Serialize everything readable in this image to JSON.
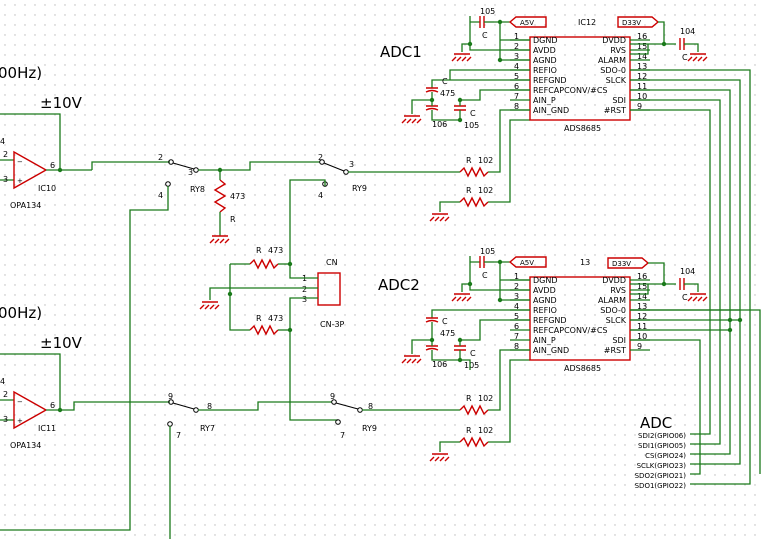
{
  "left_labels": {
    "top": {
      "hz": "00Hz)",
      "volt": "±10V",
      "pin_top": "4",
      "pin2": "2",
      "pin3": "3",
      "pin6": "6",
      "ic": "IC10",
      "part": "OPA134"
    },
    "bottom": {
      "hz": "00Hz)",
      "volt": "±10V",
      "pin_top": "4",
      "pin2": "2",
      "pin3": "3",
      "pin6": "6",
      "ic": "IC11",
      "part": "OPA134"
    }
  },
  "relays": {
    "ry8": {
      "name": "RY8",
      "p2": "2",
      "p3": "3",
      "p4": "4"
    },
    "ry9a": {
      "name": "RY9",
      "p2": "2",
      "p3": "3",
      "p4": "4"
    },
    "ry7": {
      "name": "RY7",
      "p9": "9",
      "p8": "8",
      "p7": "7"
    },
    "ry9b": {
      "name": "RY9",
      "p9": "9",
      "p8": "8",
      "p7": "7"
    }
  },
  "resistors": {
    "r_ry8": {
      "value": "473",
      "name": "R"
    },
    "r_top": {
      "name": "R",
      "value": "473"
    },
    "r_bot": {
      "name": "R",
      "value": "473"
    },
    "r102_1": {
      "name": "R",
      "value": "102"
    },
    "r102_2": {
      "name": "R",
      "value": "102"
    },
    "r102_3": {
      "name": "R",
      "value": "102"
    },
    "r102_4": {
      "name": "R",
      "value": "102"
    }
  },
  "connector": {
    "title": "CN",
    "part": "CN-3P",
    "p1": "1",
    "p2": "2",
    "p3": "3"
  },
  "adc1": {
    "title": "ADC1",
    "ic": "IC12",
    "part": "ADS8685",
    "cap_top_val": "105",
    "cap_top_name": "C",
    "a5v": "A5V",
    "d33v": "D33V",
    "cap_right_val": "104",
    "cap_right_name": "C",
    "c475_name": "C",
    "c475_val": "475",
    "c106_val": "106",
    "c105_name": "C",
    "c105_val": "105",
    "left_pins": [
      {
        "num": "1",
        "name": "DGND"
      },
      {
        "num": "2",
        "name": "AVDD"
      },
      {
        "num": "3",
        "name": "AGND"
      },
      {
        "num": "4",
        "name": "REFIO"
      },
      {
        "num": "5",
        "name": "REFGND"
      },
      {
        "num": "6",
        "name": "REFCAPCONV/#CS"
      },
      {
        "num": "7",
        "name": "AIN_P"
      },
      {
        "num": "8",
        "name": "AIN_GND"
      }
    ],
    "right_pins": [
      {
        "num": "16",
        "name": "DVDD"
      },
      {
        "num": "15",
        "name": "RVS"
      },
      {
        "num": "14",
        "name": "ALARM"
      },
      {
        "num": "13",
        "name": "SDO-0"
      },
      {
        "num": "12",
        "name": "SLCK"
      },
      {
        "num": "11",
        "name": ""
      },
      {
        "num": "10",
        "name": "SDI"
      },
      {
        "num": "9",
        "name": "#RST"
      }
    ]
  },
  "adc2": {
    "title": "ADC2",
    "ic": "13",
    "part": "ADS8685",
    "cap_top_val": "105",
    "cap_top_name": "C",
    "a5v": "A5V",
    "d33v": "D33V",
    "cap_right_val": "104",
    "cap_right_name": "C",
    "c475_name": "C",
    "c475_val": "475",
    "c106_val": "106",
    "c105_name": "C",
    "c105_val": "105",
    "left_pins": [
      {
        "num": "1",
        "name": "DGND"
      },
      {
        "num": "2",
        "name": "AVDD"
      },
      {
        "num": "3",
        "name": "AGND"
      },
      {
        "num": "4",
        "name": "REFIO"
      },
      {
        "num": "5",
        "name": "REFGND"
      },
      {
        "num": "6",
        "name": "REFCAPCONV/#CS"
      },
      {
        "num": "7",
        "name": "AIN_P"
      },
      {
        "num": "8",
        "name": "AIN_GND"
      }
    ],
    "right_pins": [
      {
        "num": "16",
        "name": "DVDD"
      },
      {
        "num": "15",
        "name": "RVS"
      },
      {
        "num": "14",
        "name": "ALARM"
      },
      {
        "num": "13",
        "name": "SDO-0"
      },
      {
        "num": "12",
        "name": "SLCK"
      },
      {
        "num": "11",
        "name": ""
      },
      {
        "num": "10",
        "name": "SDI"
      },
      {
        "num": "9",
        "name": "#RST"
      }
    ]
  },
  "adc_bus": {
    "title": "ADC",
    "signals": [
      "SDI2(GPIO06)",
      "SDI1(GPIO05)",
      "CS(GPIO24)",
      "SCLK(GPIO23)",
      "SDO2(GPIO21)",
      "SDO1(GPIO22)"
    ]
  },
  "colors": {
    "wire": "#1a7a1a",
    "component": "#c00000",
    "grid": "#b8b8b8",
    "text": "#000000"
  }
}
